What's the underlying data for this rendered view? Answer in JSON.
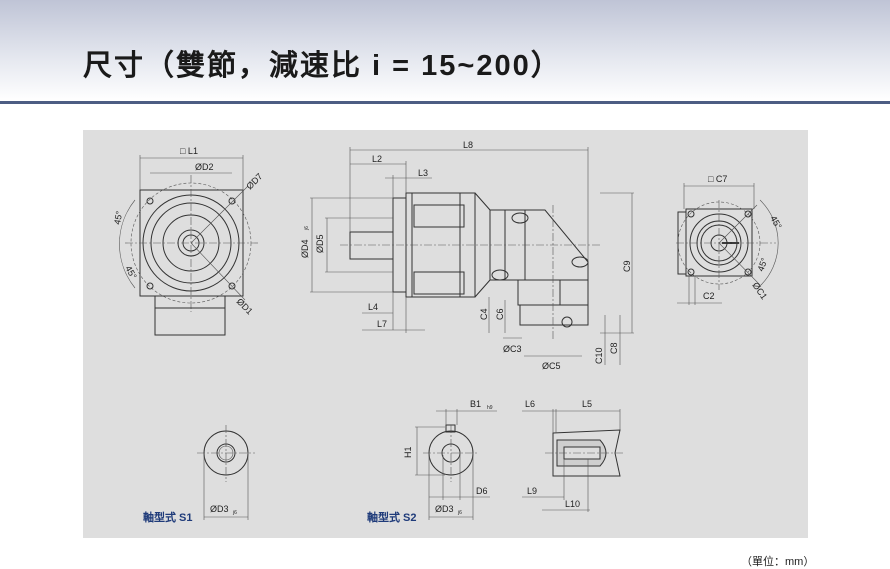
{
  "header": {
    "title": "尺寸（雙節，減速比 i = 15~200）"
  },
  "unit_note": "（單位：mm）",
  "front_view": {
    "l1": "□ L1",
    "d2": "ØD2",
    "d7": "ØD7",
    "angle_top": "45°",
    "angle_bottom": "45°",
    "d1": "ØD1"
  },
  "side_view": {
    "l8": "L8",
    "l2": "L2",
    "l3": "L3",
    "d4": "ØD4",
    "d4_tol": "j6",
    "d5": "ØD5",
    "l4": "L4",
    "l7": "L7",
    "c9": "C9",
    "c4": "C4",
    "c6": "C6",
    "c3": "ØC3",
    "c5": "ØC5",
    "c10": "C10",
    "c8": "C8"
  },
  "motor_view": {
    "c7": "□ C7",
    "angle_top": "45°",
    "angle_bottom": "45°",
    "c2": "C2",
    "c1": "ØC1"
  },
  "shaft_s1": {
    "caption": "軸型式 S1",
    "d3": "ØD3",
    "d3_tol": "j6"
  },
  "shaft_s2": {
    "caption": "軸型式 S2",
    "b1": "B1",
    "b1_tol": "h9",
    "h1": "H1",
    "d6": "D6",
    "d3": "ØD3",
    "d3_tol": "j6"
  },
  "shaft_section": {
    "l6": "L6",
    "l5": "L5",
    "l9": "L9",
    "l10": "L10"
  }
}
